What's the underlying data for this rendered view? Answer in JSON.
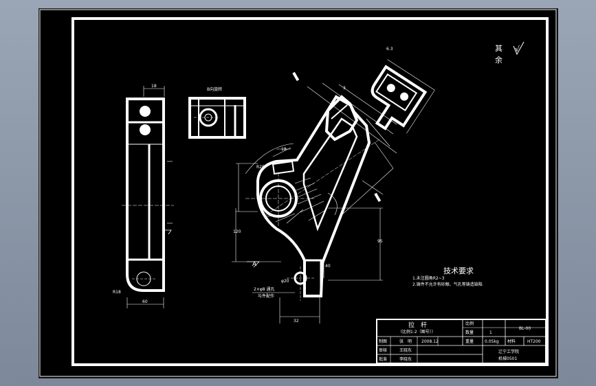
{
  "roughness": {
    "label_line1": "其",
    "label_line2": "余",
    "symbol": "√",
    "top_note": "6.3"
  },
  "top_view": {
    "dimension": "18"
  },
  "section_view": {
    "label": "B向旋转"
  },
  "side_view": {
    "bottom_dimension": "60",
    "left_note": "R18"
  },
  "main_view": {
    "dims": [
      "R25",
      "120",
      "18",
      "95",
      "φ20",
      "32",
      "40",
      "3"
    ],
    "hole_note_line1": "2×φ8 通孔",
    "hole_note_line2": "与件配作",
    "section_marker": "A"
  },
  "tech_requirements": {
    "title": "技术要求",
    "items": [
      "1.未注圆角R2~3",
      "2.铸件不允许有砂眼、气孔等铸造缺陷"
    ]
  },
  "title_block": {
    "part_name": "拉　杆",
    "drawing_note": "（比例1:2（图号））",
    "row_ratio_label": "比例",
    "row_qty_label": "数量",
    "row_qty_value": "1",
    "row_material_label": "材料",
    "row_material_value": "HT200",
    "code": "BL-00",
    "designer_label": "制图",
    "designer_name": "张　明",
    "date1": "2008.12",
    "weight_label": "重量",
    "weight_value": "0.05kg",
    "checker_label": "审核",
    "checker_name": "王晓东",
    "approver_label": "批准",
    "approver_name": "李晓东",
    "school": "辽宁工学院",
    "class": "机械0501"
  }
}
